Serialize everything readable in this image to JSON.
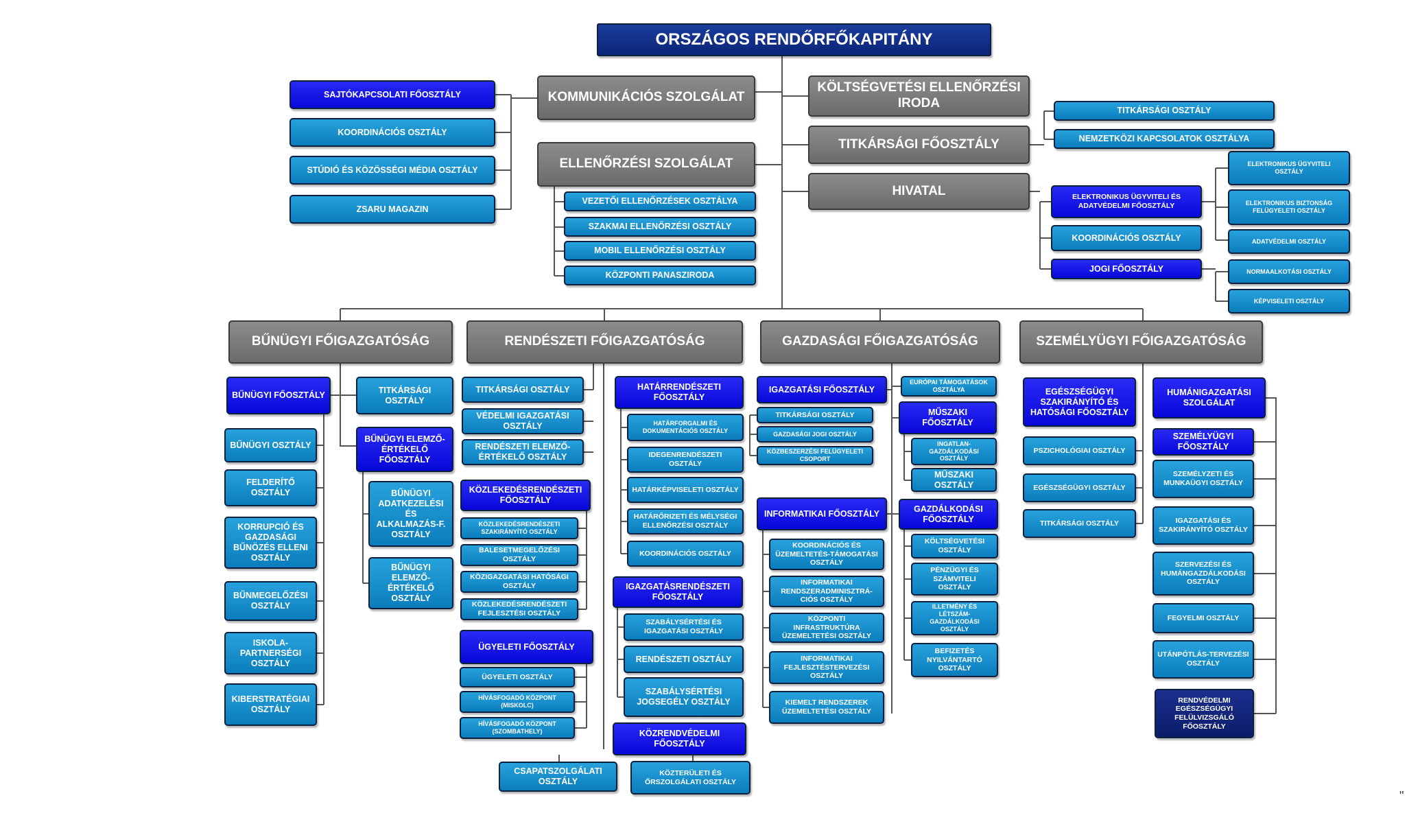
{
  "nodes": {
    "n01": "ORSZÁGOS RENDŐRFŐKAPITÁNY",
    "n02": "SAJTÓKAPCSOLATI FŐOSZTÁLY",
    "n03": "KOORDINÁCIÓS OSZTÁLY",
    "n04": "STÚDIÓ ÉS KÖZÖSSÉGI MÉDIA OSZTÁLY",
    "n05": "ZSARU MAGAZIN",
    "n06": "KOMMUNIKÁCIÓS SZOLGÁLAT",
    "n07": "ELLENŐRZÉSI SZOLGÁLAT",
    "n08": "VEZETŐI ELLENŐRZÉSEK OSZTÁLYA",
    "n09": "SZAKMAI ELLENŐRZÉSI OSZTÁLY",
    "n10": "MOBIL ELLENŐRZÉSI OSZTÁLY",
    "n11": "KÖZPONTI PANASZIRODA",
    "n12": "KÖLTSÉGVETÉSI ELLENŐRZÉSI IRODA",
    "n13": "TITKÁRSÁGI FŐOSZTÁLY",
    "n14": "HIVATAL",
    "n15": "TITKÁRSÁGI OSZTÁLY",
    "n16": "NEMZETKÖZI KAPCSOLATOK OSZTÁLYA",
    "n17": "ELEKTRONIKUS ÜGYVITELI ÉS ADATVÉDELMI FŐOSZTÁLY",
    "n18": "KOORDINÁCIÓS OSZTÁLY",
    "n19": "JOGI FŐOSZTÁLY",
    "n20": "ELEKTRONIKUS ÜGYVITELI OSZTÁLY",
    "n21": "ELEKTRONIKUS BIZTONSÁG FELÜGYELETI OSZTÁLY",
    "n22": "ADATVÉDELMI OSZTÁLY",
    "n23": "NORMAALKOTÁSI OSZTÁLY",
    "n24": "KÉPVISELETI OSZTÁLY",
    "n25": "BŰNÜGYI FŐIGAZGATÓSÁG",
    "n26": "RENDÉSZETI FŐIGAZGATÓSÁG",
    "n27": "GAZDASÁGI FŐIGAZGATÓSÁG",
    "n28": "SZEMÉLYÜGYI FŐIGAZGATÓSÁG",
    "n29": "BŰNÜGYI FŐOSZTÁLY",
    "n30": "BŰNÜGYI OSZTÁLY",
    "n31": "FELDERÍTŐ OSZTÁLY",
    "n32": "KORRUPCIÓ ÉS GAZDASÁGI BŰNÖZÉS ELLENI OSZTÁLY",
    "n33": "BŰNMEGELŐZÉSI OSZTÁLY",
    "n34": "ISKOLA-PARTNERSÉGI OSZTÁLY",
    "n35": "KIBERSTRATÉGIAI OSZTÁLY",
    "n36": "TITKÁRSÁGI OSZTÁLY",
    "n37": "BŰNÜGYI ELEMZŐ-ÉRTÉKELŐ FŐOSZTÁLY",
    "n38": "BŰNÜGYI ADATKEZELÉSI ÉS ALKALMAZÁS-F. OSZTÁLY",
    "n39": "BŰNÜGYI ELEMZŐ-ÉRTÉKELŐ OSZTÁLY",
    "n40": "TITKÁRSÁGI OSZTÁLY",
    "n41": "VÉDELMI IGAZGATÁSI OSZTÁLY",
    "n42": "RENDÉSZETI ELEMZŐ-ÉRTÉKELŐ OSZTÁLY",
    "n43": "KÖZLEKEDÉSRENDÉSZETI FŐOSZTÁLY",
    "n44": "KÖZLEKEDÉSRENDÉSZETI SZAKIRÁNYÍTÓ OSZTÁLY",
    "n45": "BALESETMEGELŐZÉSI OSZTÁLY",
    "n46": "KÖZIGAZGATÁSI HATÓSÁGI OSZTÁLY",
    "n47": "KÖZLEKEDÉSRENDÉSZETI FEJLESZTÉSI OSZTÁLY",
    "n48": "ÜGYELETI FŐOSZTÁLY",
    "n49": "ÜGYELETI OSZTÁLY",
    "n50": "HÍVÁSFOGADÓ KÖZPONT (MISKOLC)",
    "n51": "HÍVÁSFOGADÓ KÖZPONT (SZOMBATHELY)",
    "n52": "CSAPATSZOLGÁLATI OSZTÁLY",
    "n53": "HATÁRRENDÉSZETI FŐOSZTÁLY",
    "n54": "HATÁRFORGALMI ÉS DOKUMENTÁCIÓS OSZTÁLY",
    "n55": "IDEGENRENDÉSZETI OSZTÁLY",
    "n56": "HATÁRKÉPVISELETI OSZTÁLY",
    "n57": "HATÁRŐRIZETI ÉS MÉLYSÉGI ELLENŐRZÉSI OSZTÁLY",
    "n58": "KOORDINÁCIÓS OSZTÁLY",
    "n59": "IGAZGATÁSRENDÉSZETI FŐOSZTÁLY",
    "n60": "SZABÁLYSÉRTÉSI ÉS IGAZGATÁSI OSZTÁLY",
    "n61": "RENDÉSZETI OSZTÁLY",
    "n62": "SZABÁLYSÉRTÉSI JOGSEGÉLY OSZTÁLY",
    "n63": "KÖZRENDVÉDELMI FŐOSZTÁLY",
    "n64": "KÖZTERÜLETI ÉS ŐRSZOLGÁLATI OSZTÁLY",
    "n65": "IGAZGATÁSI FŐOSZTÁLY",
    "n66": "TITKÁRSÁGI OSZTÁLY",
    "n67": "GAZDASÁGI JOGI OSZTÁLY",
    "n68": "KÖZBESZERZÉSI FELÜGYELETI CSOPORT",
    "n69": "EURÓPAI TÁMOGATÁSOK OSZTÁLYA",
    "n70": "MŰSZAKI FŐOSZTÁLY",
    "n71": "INGATLAN-GAZDÁLKODÁSI OSZTÁLY",
    "n72": "MŰSZAKI OSZTÁLY",
    "n73": "INFORMATIKAI FŐOSZTÁLY",
    "n74": "KOORDINÁCIÓS ÉS ÜZEMELTETÉS-TÁMOGATÁSI OSZTÁLY",
    "n75": "INFORMATIKAI RENDSZERADMINISZTRÁ-CIÓS OSZTÁLY",
    "n76": "KÖZPONTI INFRASTRUKTÚRA ÜZEMELTETÉSI OSZTÁLY",
    "n77": "INFORMATIKAI FEJLESZTÉSTERVEZÉSI OSZTÁLY",
    "n78": "KIEMELT RENDSZEREK ÜZEMELTETÉSI OSZTÁLY",
    "n79": "GAZDÁLKODÁSI FŐOSZTÁLY",
    "n80": "KÖLTSÉGVETÉSI OSZTÁLY",
    "n81": "PÉNZÜGYI ÉS SZÁMVITELI OSZTÁLY",
    "n82": "ILLETMÉNY ÉS LÉTSZÁM-GAZDÁLKODÁSI OSZTÁLY",
    "n83": "BEFIZETÉS NYILVÁNTARTÓ OSZTÁLY",
    "n84": "EGÉSZSÉGÜGYI SZAKIRÁNYÍTÓ ÉS HATÓSÁGI FŐOSZTÁLY",
    "n85": "PSZICHOLÓGIAI OSZTÁLY",
    "n86": "EGÉSZSÉGÜGYI OSZTÁLY",
    "n87": "TITKÁRSÁGI OSZTÁLY",
    "n88": "HUMÁNIGAZGATÁSI SZOLGÁLAT",
    "n89": "SZEMÉLYÜGYI FŐOSZTÁLY",
    "n90": "SZEMÉLYZETI ÉS MUNKAÜGYI OSZTÁLY",
    "n91": "IGAZGATÁSI ÉS SZAKIRÁNYÍTÓ OSZTÁLY",
    "n92": "SZERVEZÉSI ÉS HUMÁNGAZDÁLKODÁSI OSZTÁLY",
    "n93": "FEGYELMI OSZTÁLY",
    "n94": "UTÁNPÓTLÁS-TERVEZÉSI OSZTÁLY",
    "n95": "RENDVÉDELMI EGÉSZSÉGÜGYI FELÜLVIZSGÁLÓ FŐOSZTÁLY"
  },
  "footnote_mark": "\""
}
